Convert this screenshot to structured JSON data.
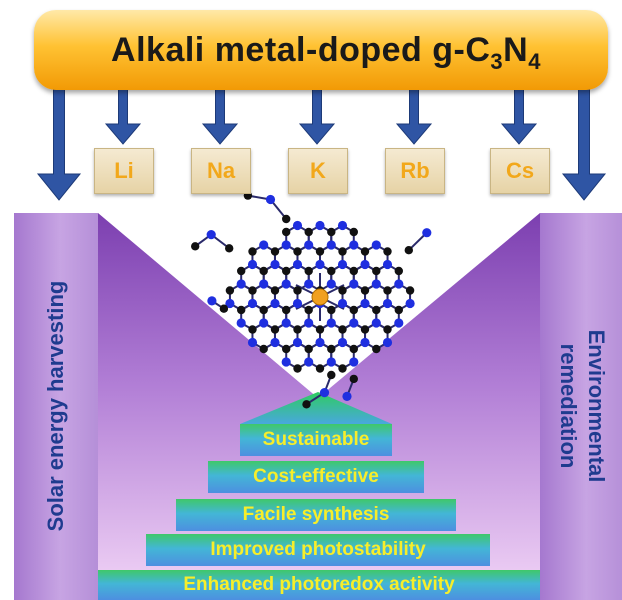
{
  "banner": {
    "title_main": "Alkali metal-doped g-C",
    "sub1": "3",
    "title_n": "N",
    "sub2": "4"
  },
  "elements": [
    "Li",
    "Na",
    "K",
    "Rb",
    "Cs"
  ],
  "left_panel": {
    "label": "Solar energy harvesting"
  },
  "right_panel": {
    "line1": "Environmental",
    "line2": "remediation"
  },
  "pyramid": {
    "steps": [
      "Sustainable",
      "Cost-effective",
      "Facile synthesis",
      "Improved photostability",
      "Enhanced photoredox activity"
    ]
  },
  "colors": {
    "arrow": "#2f55a4",
    "banner": "#f7a81a",
    "element_text": "#f2a81b",
    "panel": "#b58fd8",
    "label_text": "#1f3b8f",
    "step_text": "#f7ee2a",
    "nitrogen_atom": "#1f2fe0",
    "carbon_atom": "#111111",
    "dopant_atom": "#f0a020"
  },
  "icons": {
    "arrow": "down-arrow-icon",
    "molecule": "g-c3n4-molecule-icon",
    "dopant": "alkali-metal-atom-icon"
  }
}
